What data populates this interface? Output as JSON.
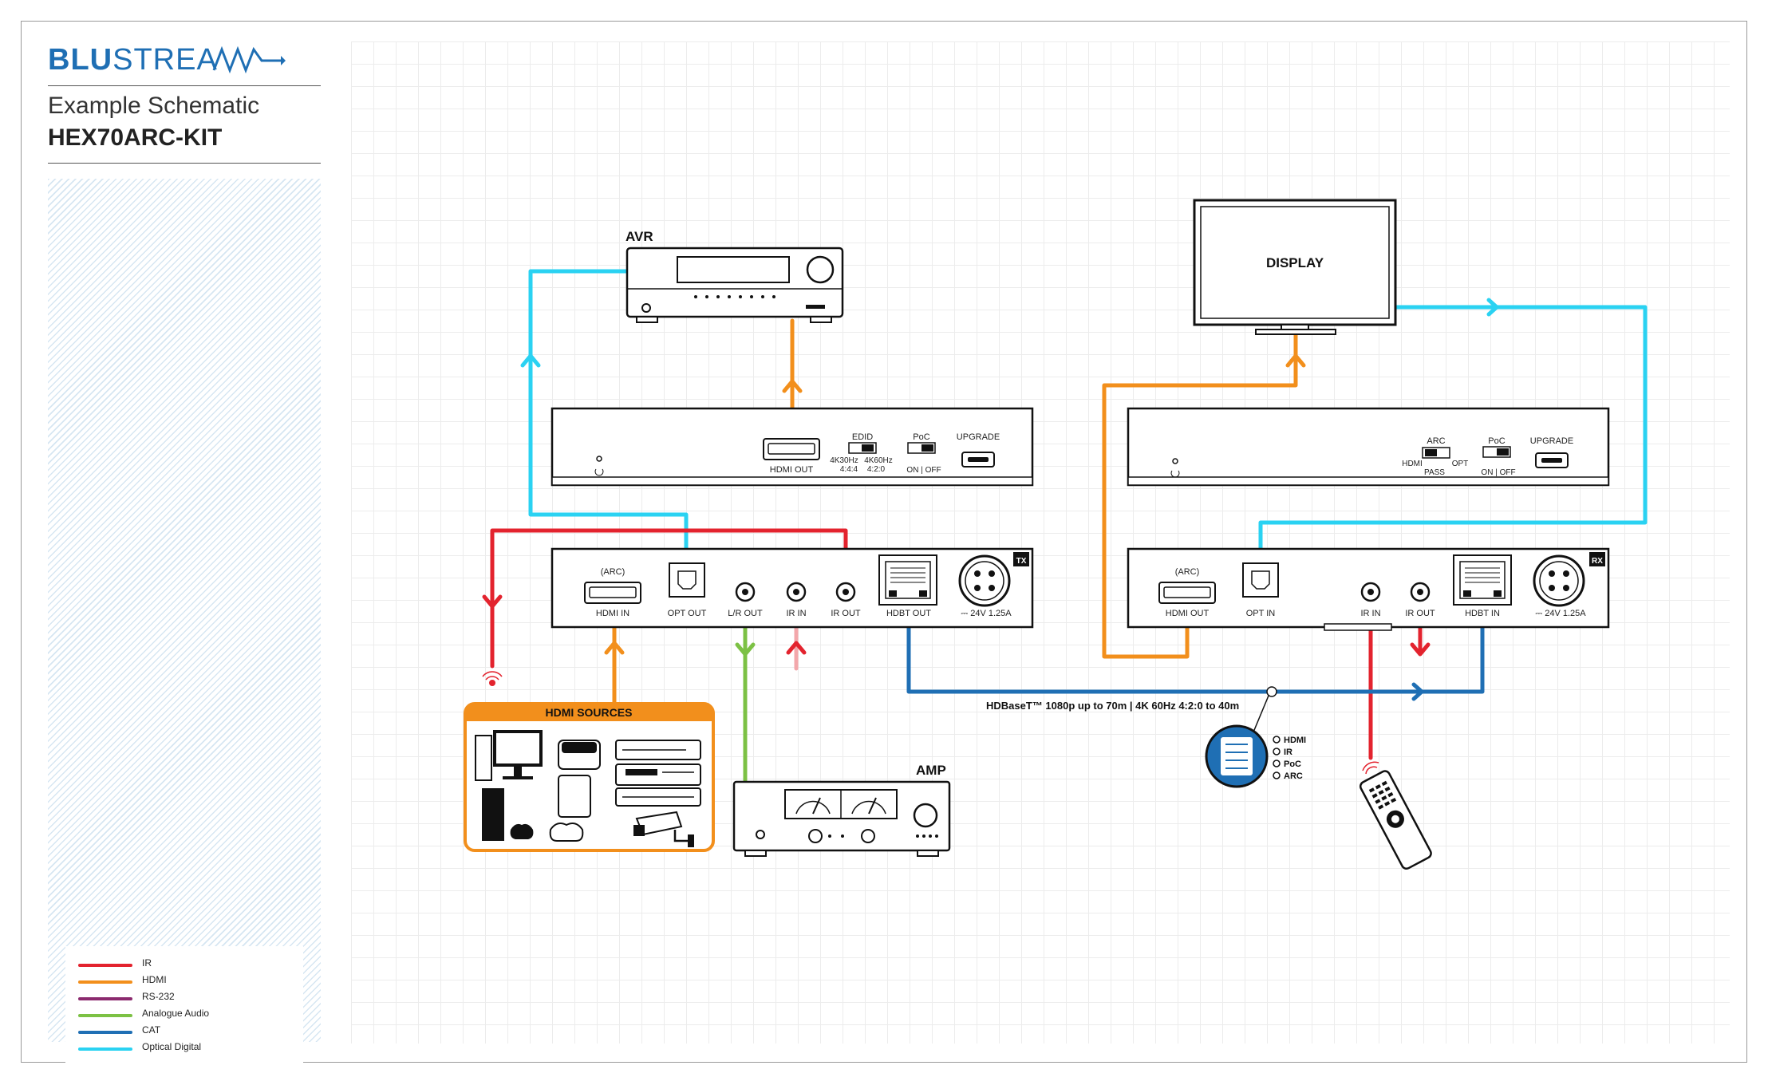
{
  "brand": {
    "logo_bold": "BLU",
    "logo_rest": "STREA"
  },
  "header": {
    "subtitle": "Example Schematic",
    "product": "HEX70ARC-KIT"
  },
  "colors": {
    "ir": "#e3232e",
    "hdmi": "#f28f1c",
    "rs232": "#8b2a6e",
    "analogue": "#7cc144",
    "cat": "#1f6fb4",
    "optical": "#2ad2f2",
    "brand": "#1f6fb4"
  },
  "legend": [
    {
      "label": "IR",
      "color": "#e3232e"
    },
    {
      "label": "HDMI",
      "color": "#f28f1c"
    },
    {
      "label": "RS-232",
      "color": "#8b2a6e"
    },
    {
      "label": "Analogue Audio",
      "color": "#7cc144"
    },
    {
      "label": "CAT",
      "color": "#1f6fb4"
    },
    {
      "label": "Optical Digital",
      "color": "#2ad2f2"
    }
  ],
  "devices": {
    "avr": "AVR",
    "display": "DISPLAY",
    "amp": "AMP",
    "hdmi_sources": "HDMI SOURCES"
  },
  "tx_front": {
    "edid": "EDID",
    "edid_left": "4K30Hz",
    "edid_left2": "4:4:4",
    "edid_right": "4K60Hz",
    "edid_right2": "4:2:0",
    "poc": "PoC",
    "poc_state": "ON | OFF",
    "upgrade": "UPGRADE",
    "hdmi_out": "HDMI OUT"
  },
  "rx_front": {
    "arc": "ARC",
    "arc_hdmi": "HDMI",
    "arc_opt": "OPT",
    "arc_pass": "PASS",
    "poc": "PoC",
    "poc_state": "ON | OFF",
    "upgrade": "UPGRADE"
  },
  "tx_rear": {
    "tag": "TX",
    "arc": "(ARC)",
    "hdmi_in": "HDMI IN",
    "opt_out": "OPT OUT",
    "lr_out": "L/R OUT",
    "ir_in": "IR IN",
    "ir_out": "IR OUT",
    "hdbt_out": "HDBT OUT",
    "power": "⎓ 24V 1.25A"
  },
  "rx_rear": {
    "tag": "RX",
    "arc": "(ARC)",
    "hdmi_out": "HDMI OUT",
    "opt_in": "OPT IN",
    "ir_in": "IR IN",
    "ir_out": "IR OUT",
    "hdbt_in": "HDBT IN",
    "power": "⎓ 24V 1.25A"
  },
  "hdbaset_label": "HDBaseT™ 1080p up to 70m | 4K 60Hz 4:2:0 to 40m",
  "cat_callout": [
    "HDMI",
    "IR",
    "PoC",
    "ARC"
  ]
}
